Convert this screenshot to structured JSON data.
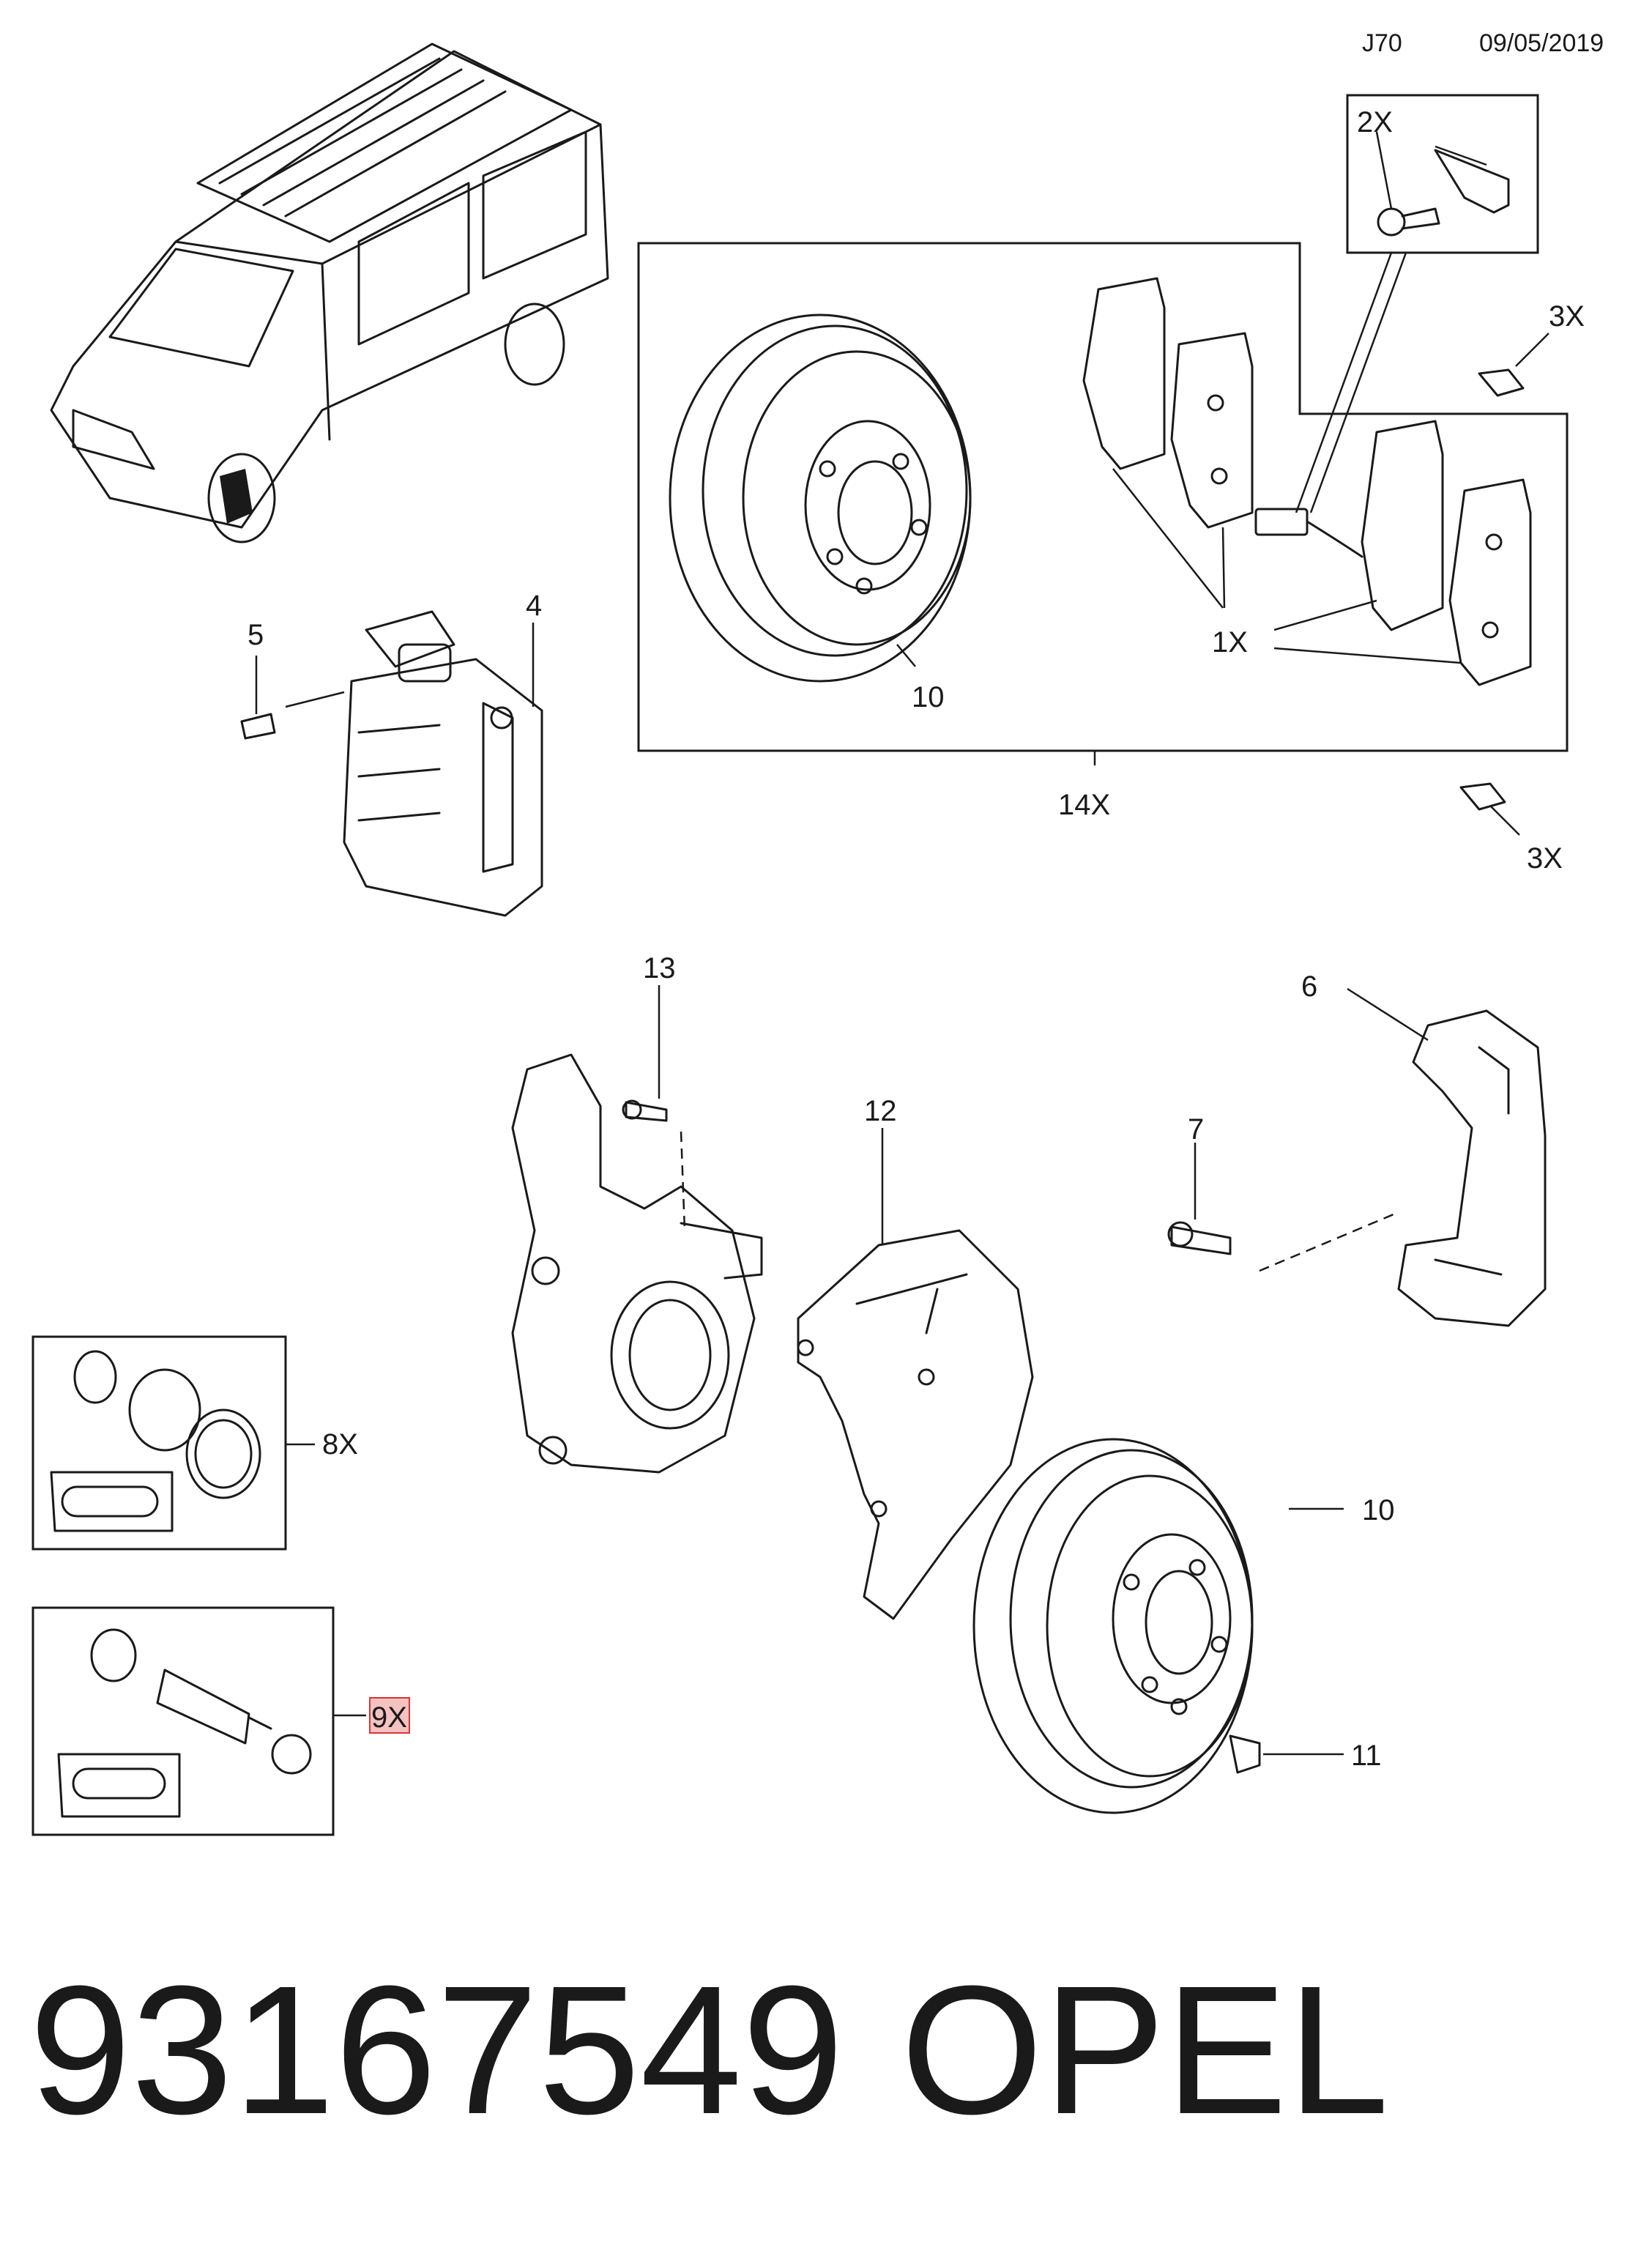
{
  "header": {
    "code": "J70",
    "date": "09/05/2019"
  },
  "callouts": {
    "c1": "1X",
    "c2": "2X",
    "c3a": "3X",
    "c3b": "3X",
    "c4": "4",
    "c5": "5",
    "c6": "6",
    "c7": "7",
    "c8": "8X",
    "c9": "9X",
    "c10a": "10",
    "c10b": "10",
    "c11": "11",
    "c12": "12",
    "c13": "13",
    "c14": "14X"
  },
  "highlighted_callout": "c9",
  "footer": {
    "part_number": "93167549",
    "brand": "OPEL"
  },
  "colors": {
    "line": "#1a1a1a",
    "highlight_fill": "#f5c2c2",
    "highlight_border": "#dd3333"
  }
}
